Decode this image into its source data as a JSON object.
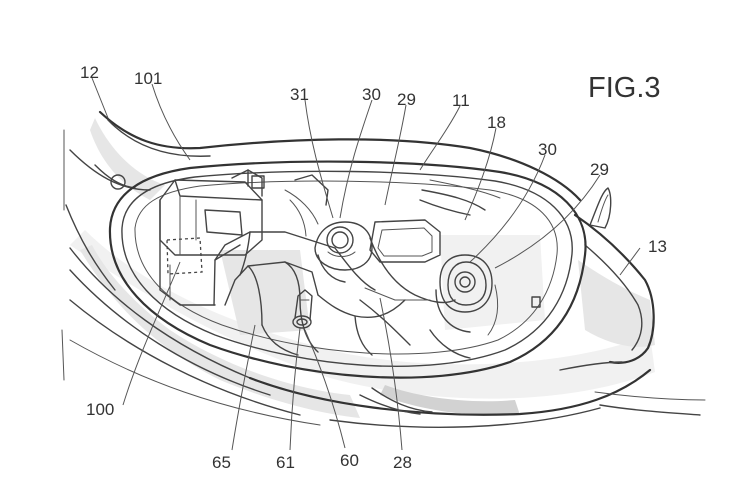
{
  "figure": {
    "title": "FIG.3"
  },
  "labels": {
    "l12": "12",
    "l101": "101",
    "l31": "31",
    "l30a": "30",
    "l29a": "29",
    "l11": "11",
    "l18": "18",
    "l30b": "30",
    "l29b": "29",
    "l13": "13",
    "l100": "100",
    "l65": "65",
    "l61": "61",
    "l60": "60",
    "l28": "28"
  },
  "colors": {
    "ink": "#333333",
    "paper": "#ffffff",
    "shade": "#e6e6e6"
  }
}
